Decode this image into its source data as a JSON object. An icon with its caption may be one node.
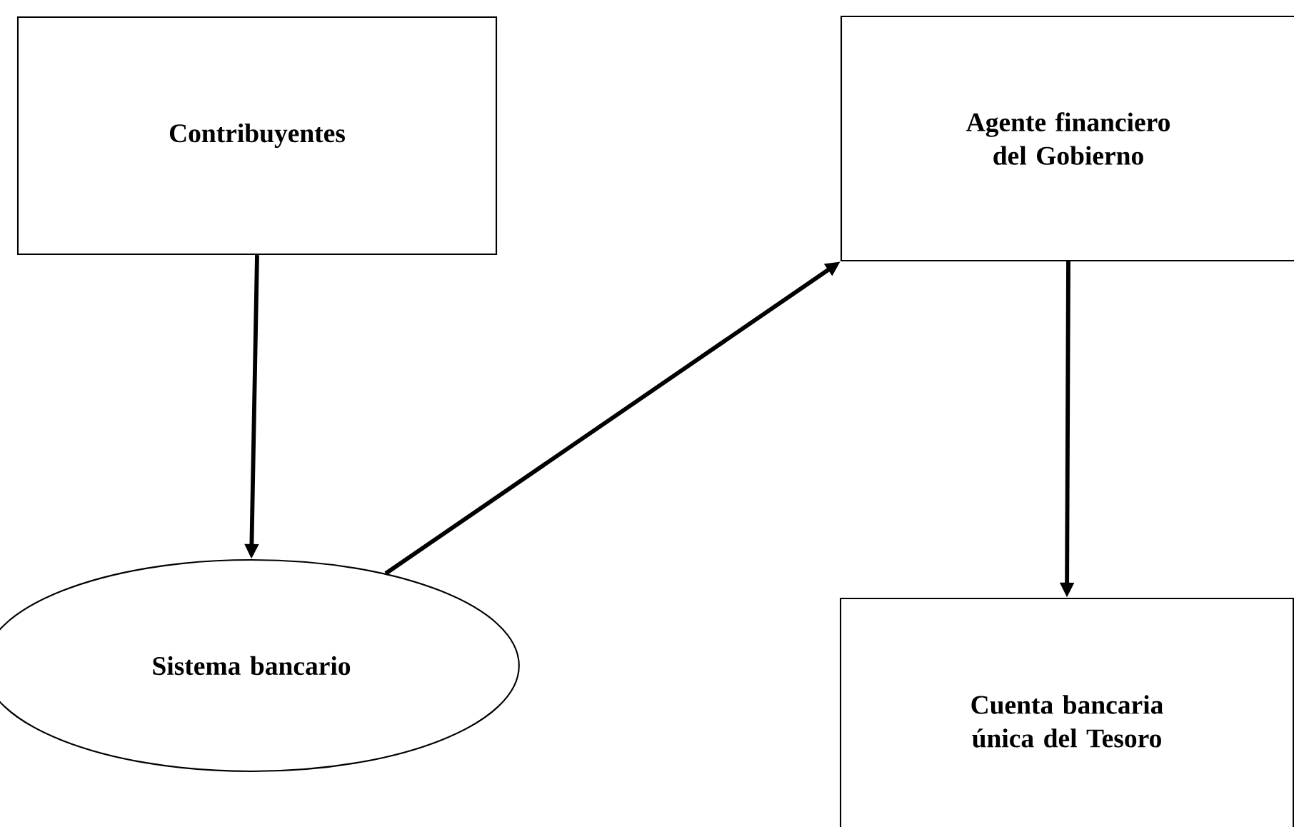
{
  "diagram": {
    "nodes": [
      {
        "text": [
          "Contribuyentes"
        ]
      },
      {
        "text": [
          "Sistema bancario"
        ]
      },
      {
        "text": [
          "Agente financiero del Gobierno"
        ]
      },
      {
        "text": [
          "Cuenta bancaria única del Tesoro"
        ]
      }
    ],
    "edges": [
      {
        "from": 0,
        "to": 1,
        "arrow": "to"
      },
      {
        "from": 1,
        "to": 2,
        "arrow": "to"
      },
      {
        "from": 2,
        "to": 3,
        "arrow": "to"
      }
    ]
  }
}
